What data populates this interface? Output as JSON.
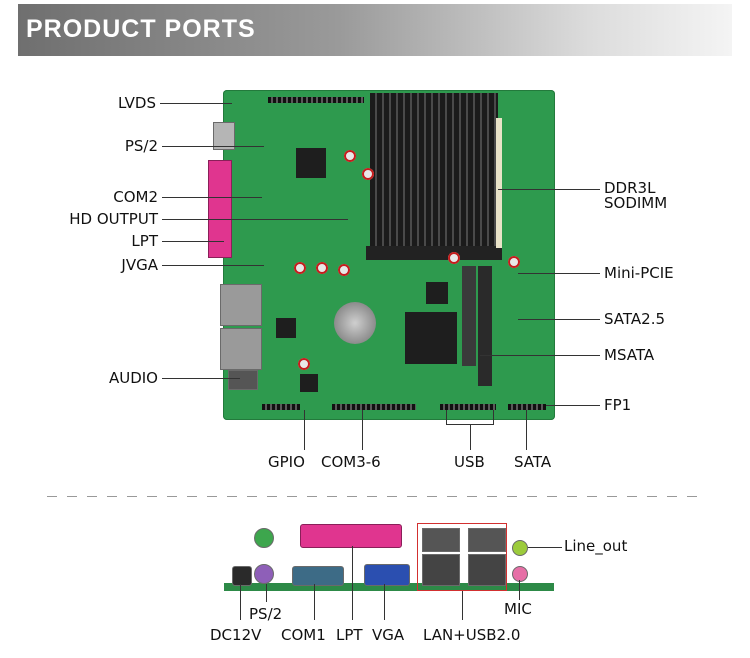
{
  "header": {
    "title": "PRODUCT PORTS"
  },
  "top_labels": {
    "lvds": "LVDS",
    "ps2": "PS/2",
    "com2": "COM2",
    "hd_output": "HD OUTPUT",
    "lpt": "LPT",
    "jvga": "JVGA",
    "audio": "AUDIO",
    "ddr3l": "DDR3L",
    "sodimm": "SODIMM",
    "mini_pcie": "Mini-PCIE",
    "sata25": "SATA2.5",
    "msata": "MSATA",
    "fp1": "FP1",
    "gpio": "GPIO",
    "com36": "COM3-6",
    "usb": "USB",
    "sata": "SATA"
  },
  "io_labels": {
    "line_out": "Line_out",
    "mic": "MIC",
    "ps2": "PS/2",
    "dc12v": "DC12V",
    "com1": "COM1",
    "lpt": "LPT",
    "vga": "VGA",
    "lan_usb": "LAN+USB2.0"
  },
  "colors": {
    "pcb": "#2e9a4e",
    "parallel_port": "#e0358f",
    "highlight": "#d23030"
  }
}
